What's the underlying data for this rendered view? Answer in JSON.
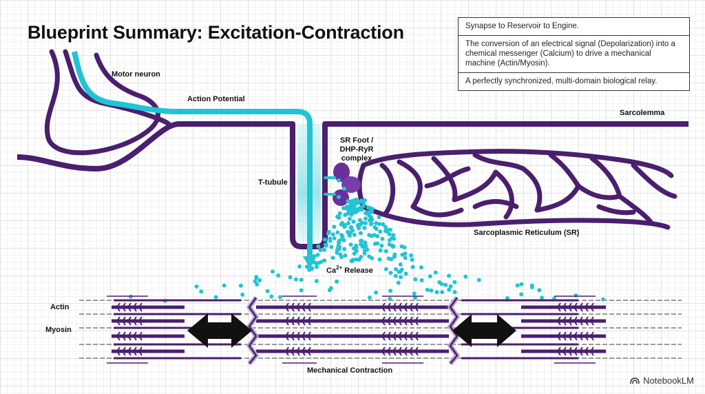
{
  "title": "Blueprint Summary: Excitation-Contraction",
  "summary": [
    "Synapse to Reservoir to Engine.",
    "The conversion of an electrical signal (Depolarization) into a chemical messenger (Calcium) to drive a mechanical machine (Actin/Myosin).",
    "A perfectly synchronized, multi-domain biological relay."
  ],
  "labels": {
    "motor_neuron": "Motor neuron",
    "action_potential": "Action Potential",
    "sarcolemma": "Sarcolemma",
    "sr_foot": [
      "SR Foot /",
      "DHP-RyR",
      "complex"
    ],
    "t_tubule": "T-tubule",
    "sr": "Sarcoplasmic Reticulum (SR)",
    "ca_release_prefix": "Ca",
    "ca_release_sup": "2+",
    "ca_release_suffix": " Release",
    "actin": "Actin",
    "myosin": "Myosin",
    "mechanical": "Mechanical Contraction"
  },
  "brand": "NotebookLM",
  "colors": {
    "purple": "#4a1f6e",
    "cyan": "#20c4d4",
    "light_cyan": "#bdeef3",
    "dark": "#111111"
  }
}
